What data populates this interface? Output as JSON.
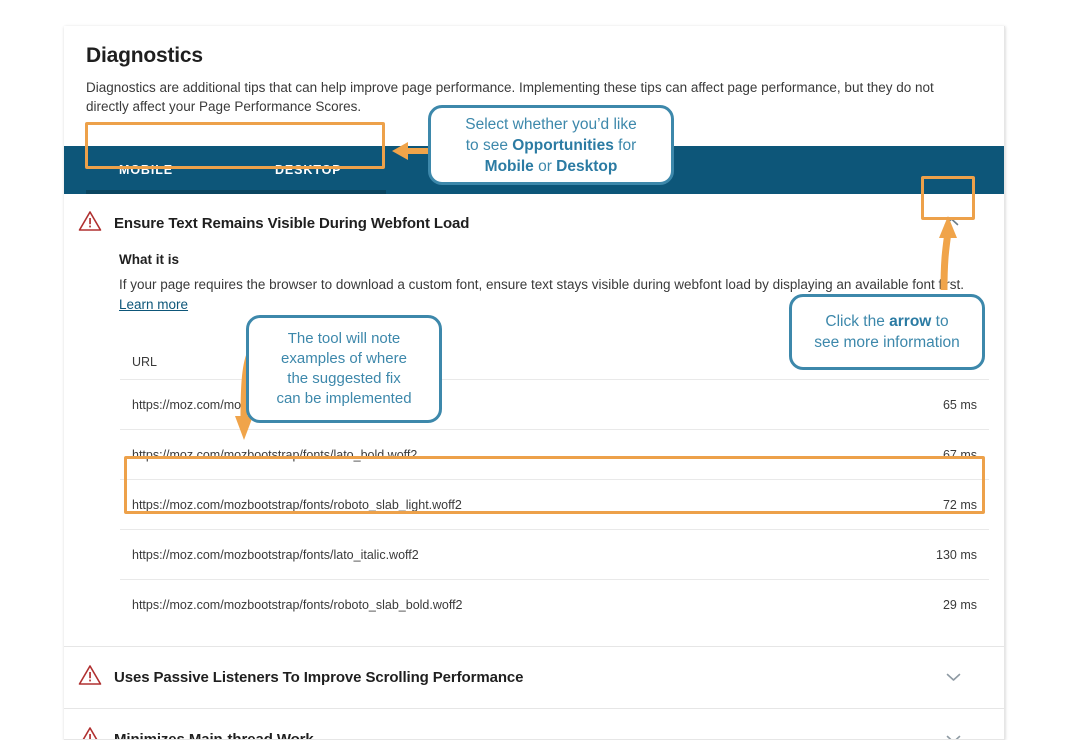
{
  "card": {
    "title": "Diagnostics",
    "description": "Diagnostics are additional tips that can help improve page performance. Implementing these tips can affect page performance, but they do not directly affect your Page Performance Scores."
  },
  "tabs": {
    "items": [
      {
        "label": "MOBILE",
        "active": true
      },
      {
        "label": "DESKTOP",
        "active": false
      }
    ],
    "bar_color": "#0d5679",
    "active_underline_color": "#0a4560"
  },
  "diagnostics": [
    {
      "title": "Ensure Text Remains Visible During Webfont Load",
      "expanded": true,
      "section_heading": "What it is",
      "description": "If your page requires the browser to download a custom font, ensure text stays visible during webfont load by displaying an available font first.",
      "link_label": "Learn more",
      "collapse_icon": "chevron-up-icon",
      "table": {
        "columns": [
          "URL",
          ""
        ],
        "rows": [
          {
            "url": "https://moz.com/moz",
            "time": "65 ms",
            "highlighted": false
          },
          {
            "url": "https://moz.com/mozbootstrap/fonts/lato_bold.woff2",
            "time": "67 ms",
            "highlighted": false
          },
          {
            "url": "https://moz.com/mozbootstrap/fonts/roboto_slab_light.woff2",
            "time": "72 ms",
            "highlighted": true
          },
          {
            "url": "https://moz.com/mozbootstrap/fonts/lato_italic.woff2",
            "time": "130 ms",
            "highlighted": false
          },
          {
            "url": "https://moz.com/mozbootstrap/fonts/roboto_slab_bold.woff2",
            "time": "29 ms",
            "highlighted": false
          }
        ]
      }
    },
    {
      "title": "Uses Passive Listeners To Improve Scrolling Performance",
      "expanded": false,
      "collapse_icon": "chevron-down-icon"
    },
    {
      "title": "Minimizes Main-thread Work",
      "expanded": false,
      "collapse_icon": "chevron-down-icon"
    }
  ],
  "annotations": {
    "callout_tabs": {
      "line1_a": "Select whether you’d like",
      "line2_a": "to see ",
      "line2_b": "Opportunities",
      "line2_c": " for",
      "line3_a": "Mobile",
      "line3_b": " or ",
      "line3_c": "Desktop"
    },
    "callout_tool": {
      "line1": "The tool will note",
      "line2": "examples of where",
      "line3": "the suggested fix",
      "line4": "can be implemented"
    },
    "callout_arrow": {
      "line1_a": "Click the ",
      "line1_b": "arrow",
      "line1_c": " to",
      "line2": "see more information"
    },
    "highlight_color": "#eda14a",
    "callout_border_color": "#3d88ab",
    "callout_text_color": "#3d88ab"
  }
}
